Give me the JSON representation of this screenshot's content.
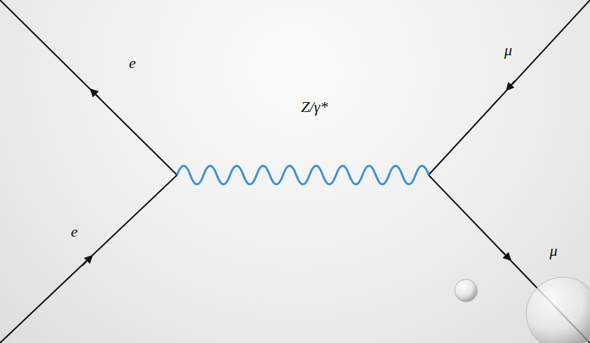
{
  "diagram": {
    "labels": [
      "e",
      "μ",
      "Z/γ*",
      "e",
      "μ"
    ]
  }
}
